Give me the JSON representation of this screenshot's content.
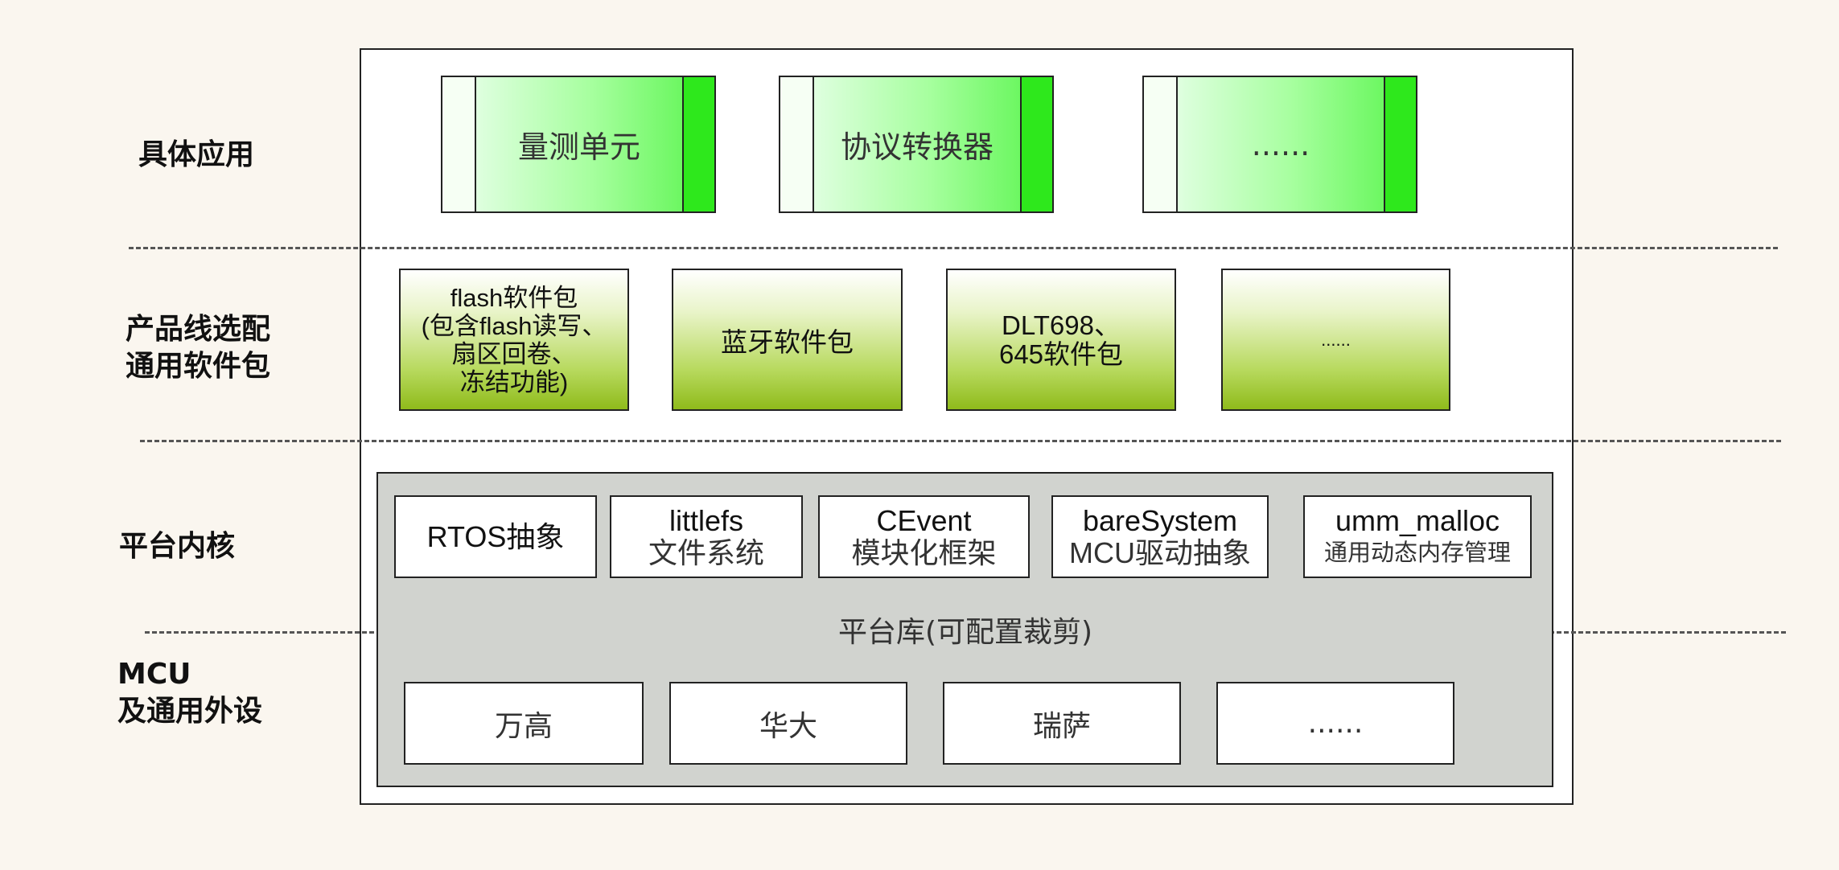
{
  "layers": {
    "application": "具体应用",
    "packages_line1": "产品线选配",
    "packages_line2": "通用软件包",
    "core": "平台内核",
    "mcu_line1": "MCU",
    "mcu_line2": "及通用外设"
  },
  "applications": [
    "量测单元",
    "协议转换器",
    "......"
  ],
  "packages": [
    {
      "lines": [
        "flash软件包",
        "(包含flash读写、",
        "扇区回卷、",
        "冻结功能)"
      ]
    },
    {
      "lines": [
        "蓝牙软件包"
      ]
    },
    {
      "lines": [
        "DLT698、",
        "645软件包"
      ]
    },
    {
      "lines": [
        "......"
      ]
    }
  ],
  "core_modules": [
    {
      "line1": "RTOS抽象",
      "line2": ""
    },
    {
      "line1": "littlefs",
      "line2": "文件系统"
    },
    {
      "line1": "CEvent",
      "line2": "模块化框架"
    },
    {
      "line1": "bareSystem",
      "line2": "MCU驱动抽象"
    },
    {
      "line1": "umm_malloc",
      "line2": "通用动态内存管理"
    }
  ],
  "platform_library": "平台库(可配置裁剪)",
  "mcu_vendors": [
    "万高",
    "华大",
    "瑞萨",
    "......"
  ],
  "colors": {
    "background": "#faf6ef",
    "app_green": "#2ee81c",
    "package_olive": "#8fbb1b",
    "platform_gray": "#d1d3cf"
  }
}
